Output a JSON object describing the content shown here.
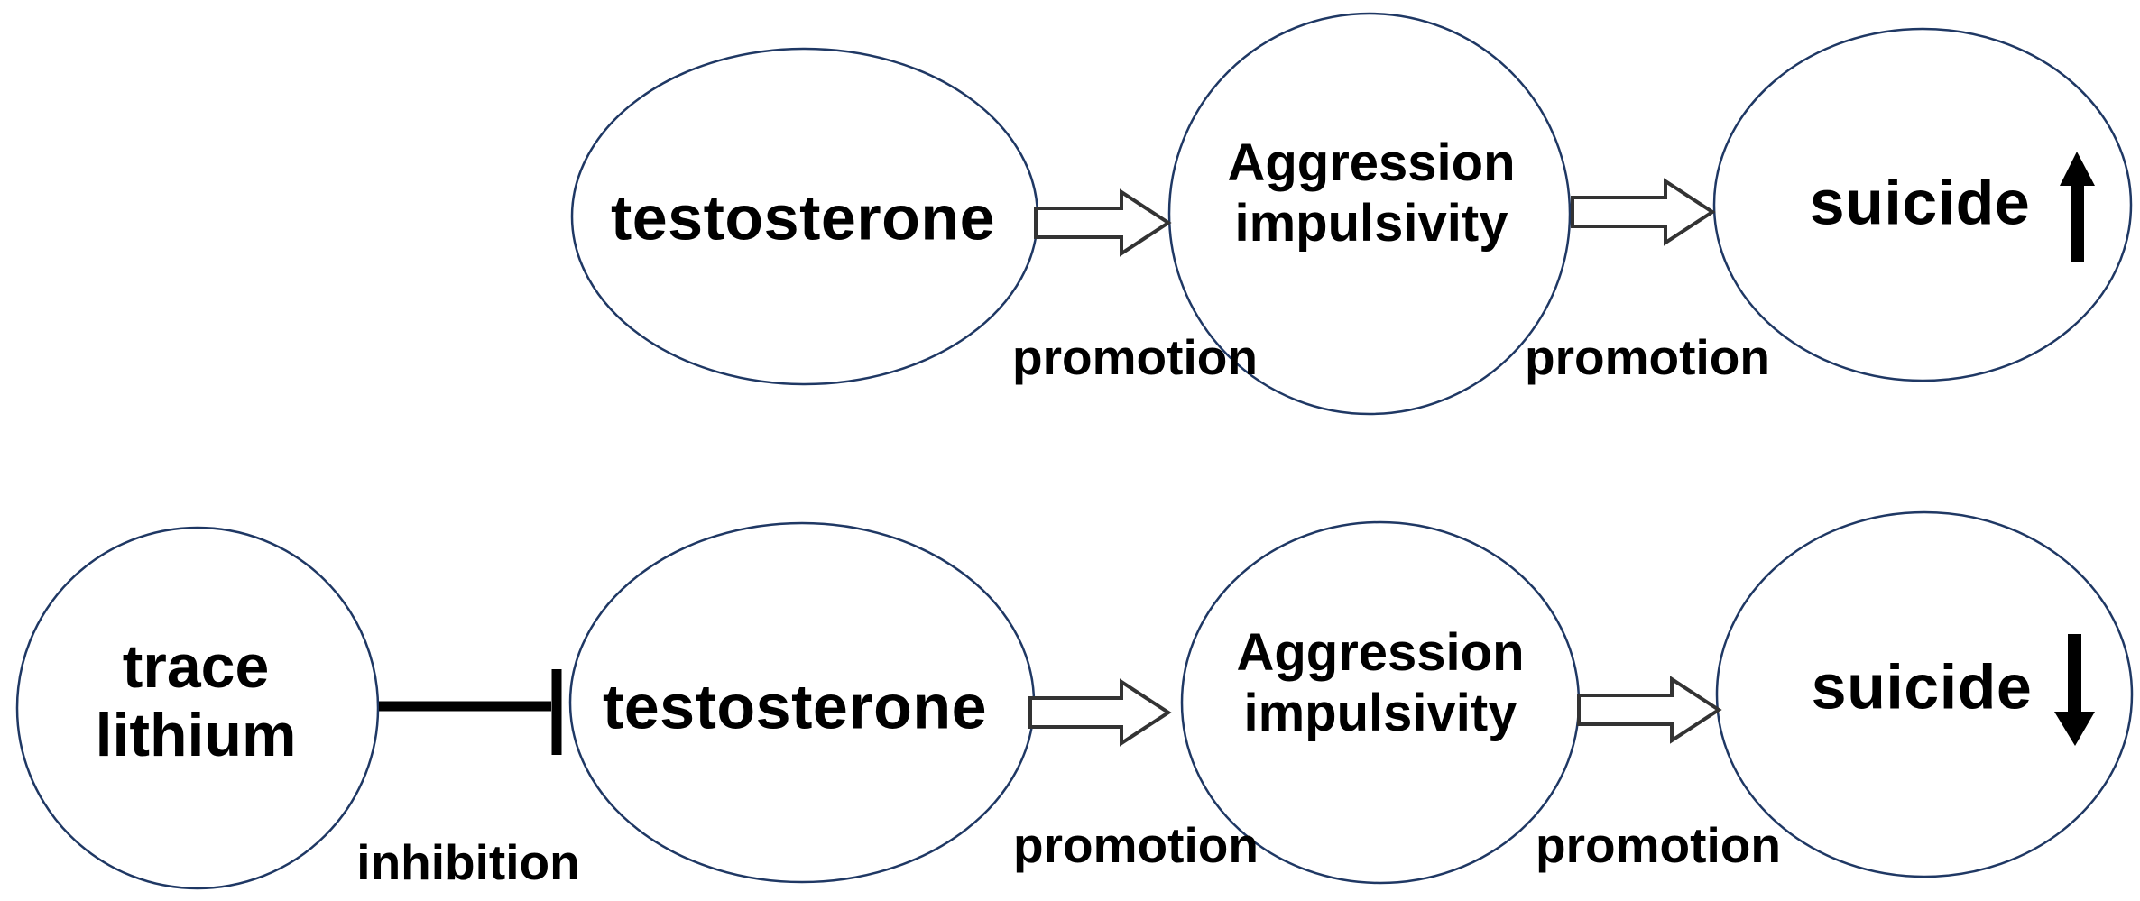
{
  "colors": {
    "background": "#ffffff",
    "node_border": "#1f3864",
    "node_fill": "#ffffff",
    "promotion_arrow_outline": "#333333",
    "promotion_arrow_fill": "#ffffff",
    "inhibition_color": "#000000",
    "text_color": "#000000"
  },
  "row1": {
    "nodes": [
      {
        "id": "testosterone",
        "label": "testosterone"
      },
      {
        "id": "aggression-impulsivity",
        "label": "Aggression\nimpulsivity"
      },
      {
        "id": "suicide",
        "label": "suicide",
        "indicator": "up-arrow-icon"
      }
    ],
    "edges": [
      {
        "label": "promotion",
        "style": "open-block-arrow"
      },
      {
        "label": "promotion",
        "style": "open-block-arrow"
      }
    ]
  },
  "row2": {
    "nodes": [
      {
        "id": "trace-lithium",
        "label": "trace\nlithium"
      },
      {
        "id": "testosterone",
        "label": "testosterone"
      },
      {
        "id": "aggression-impulsivity",
        "label": "Aggression\nimpulsivity"
      },
      {
        "id": "suicide",
        "label": "suicide",
        "indicator": "down-arrow-icon"
      }
    ],
    "edges": [
      {
        "label": "inhibition",
        "style": "tee-bar"
      },
      {
        "label": "promotion",
        "style": "open-block-arrow"
      },
      {
        "label": "promotion",
        "style": "open-block-arrow"
      }
    ]
  }
}
